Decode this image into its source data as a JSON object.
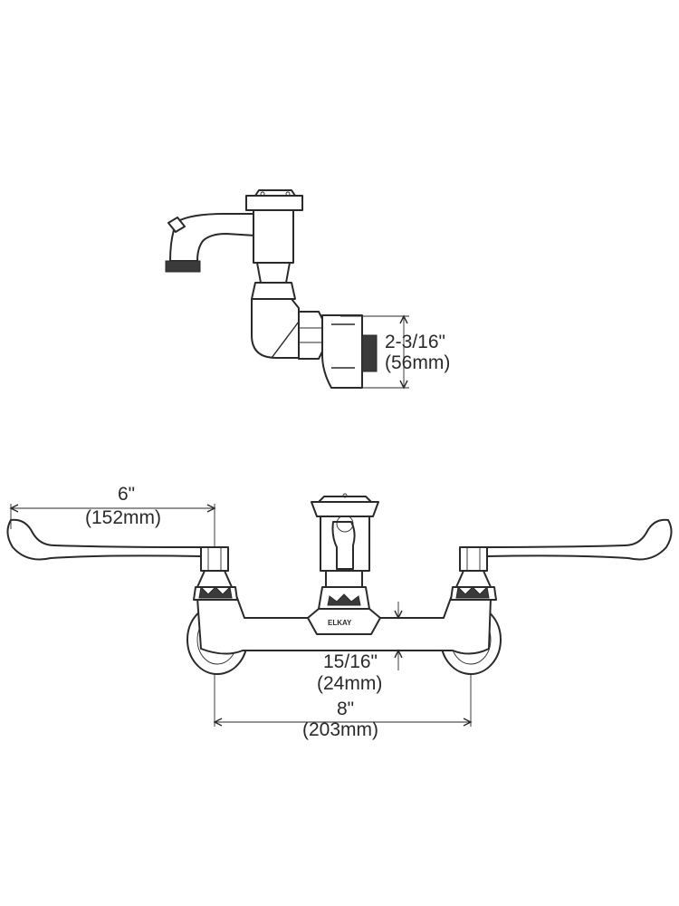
{
  "side_view": {
    "height_dimension": {
      "imperial": "2-3/16\"",
      "metric": "(56mm)"
    }
  },
  "front_view": {
    "handle_dimension": {
      "imperial": "6\"",
      "metric": "(152mm)"
    },
    "body_dimension": {
      "imperial": "15/16\"",
      "metric": "(24mm)"
    },
    "center_dimension": {
      "imperial": "8\"",
      "metric": "(203mm)"
    },
    "brand_mark": "ELKAY"
  }
}
